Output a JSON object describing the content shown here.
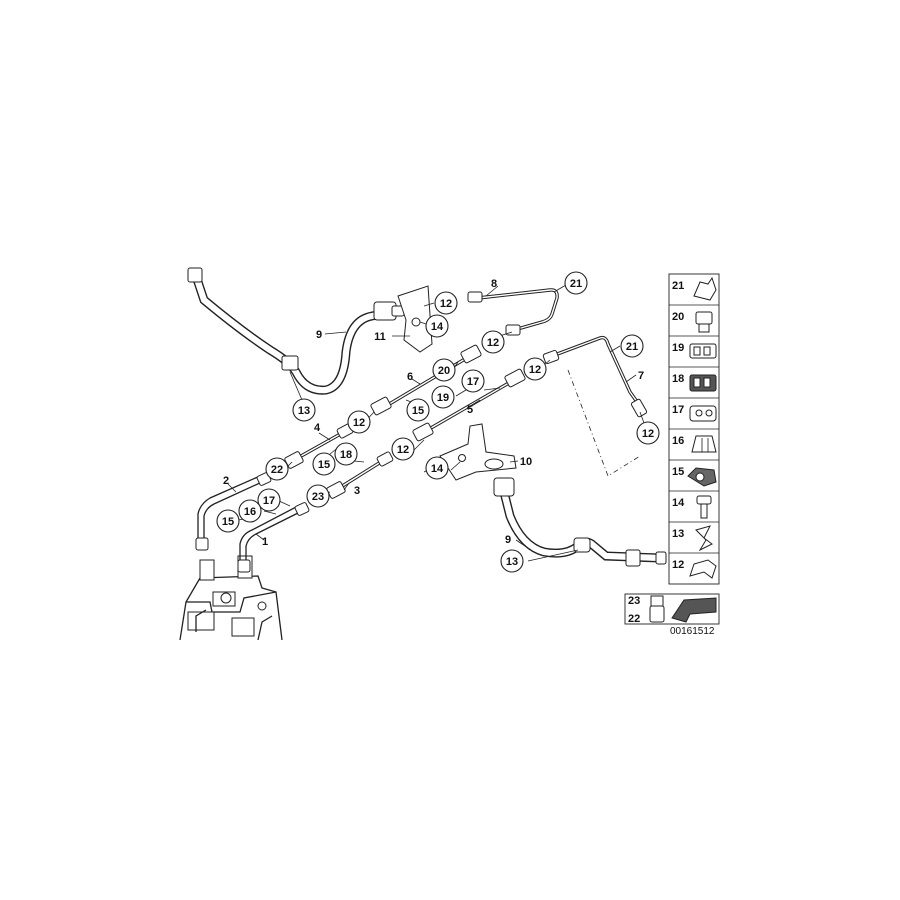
{
  "callouts": {
    "c_21a": "21",
    "c_12a": "12",
    "c_14a": "14",
    "c_12b": "12",
    "c_13a": "13",
    "c_20": "20",
    "c_17a": "17",
    "c_12c": "12",
    "c_21b": "21",
    "c_19": "19",
    "c_15a": "15",
    "c_12d": "12",
    "c_12e": "12",
    "c_22": "22",
    "c_15b": "15",
    "c_18": "18",
    "c_12f": "12",
    "c_14b": "14",
    "c_17b": "17",
    "c_23": "23",
    "c_16": "16",
    "c_15c": "15",
    "c_13b": "13"
  },
  "labels": {
    "l_8": "8",
    "l_9a": "9",
    "l_11": "11",
    "l_7": "7",
    "l_6": "6",
    "l_5": "5",
    "l_4": "4",
    "l_10": "10",
    "l_3": "3",
    "l_2": "2",
    "l_1": "1",
    "l_9b": "9"
  },
  "legend": {
    "items": [
      {
        "label": "21",
        "icon": "clip-icon"
      },
      {
        "label": "20",
        "icon": "bolt-head-icon"
      },
      {
        "label": "19",
        "icon": "bracket-icon"
      },
      {
        "label": "18",
        "icon": "bracket-icon"
      },
      {
        "label": "17",
        "icon": "bracket-icon"
      },
      {
        "label": "16",
        "icon": "clip-icon"
      },
      {
        "label": "15",
        "icon": "clip-icon"
      },
      {
        "label": "14",
        "icon": "bolt-icon"
      },
      {
        "label": "13",
        "icon": "spring-clip-icon"
      },
      {
        "label": "12",
        "icon": "clamp-icon"
      }
    ],
    "bottom_labels": [
      "23",
      "22"
    ],
    "bottom_icons": [
      "nut-icon",
      "arrow-icon"
    ]
  },
  "reference_number": "00161512"
}
